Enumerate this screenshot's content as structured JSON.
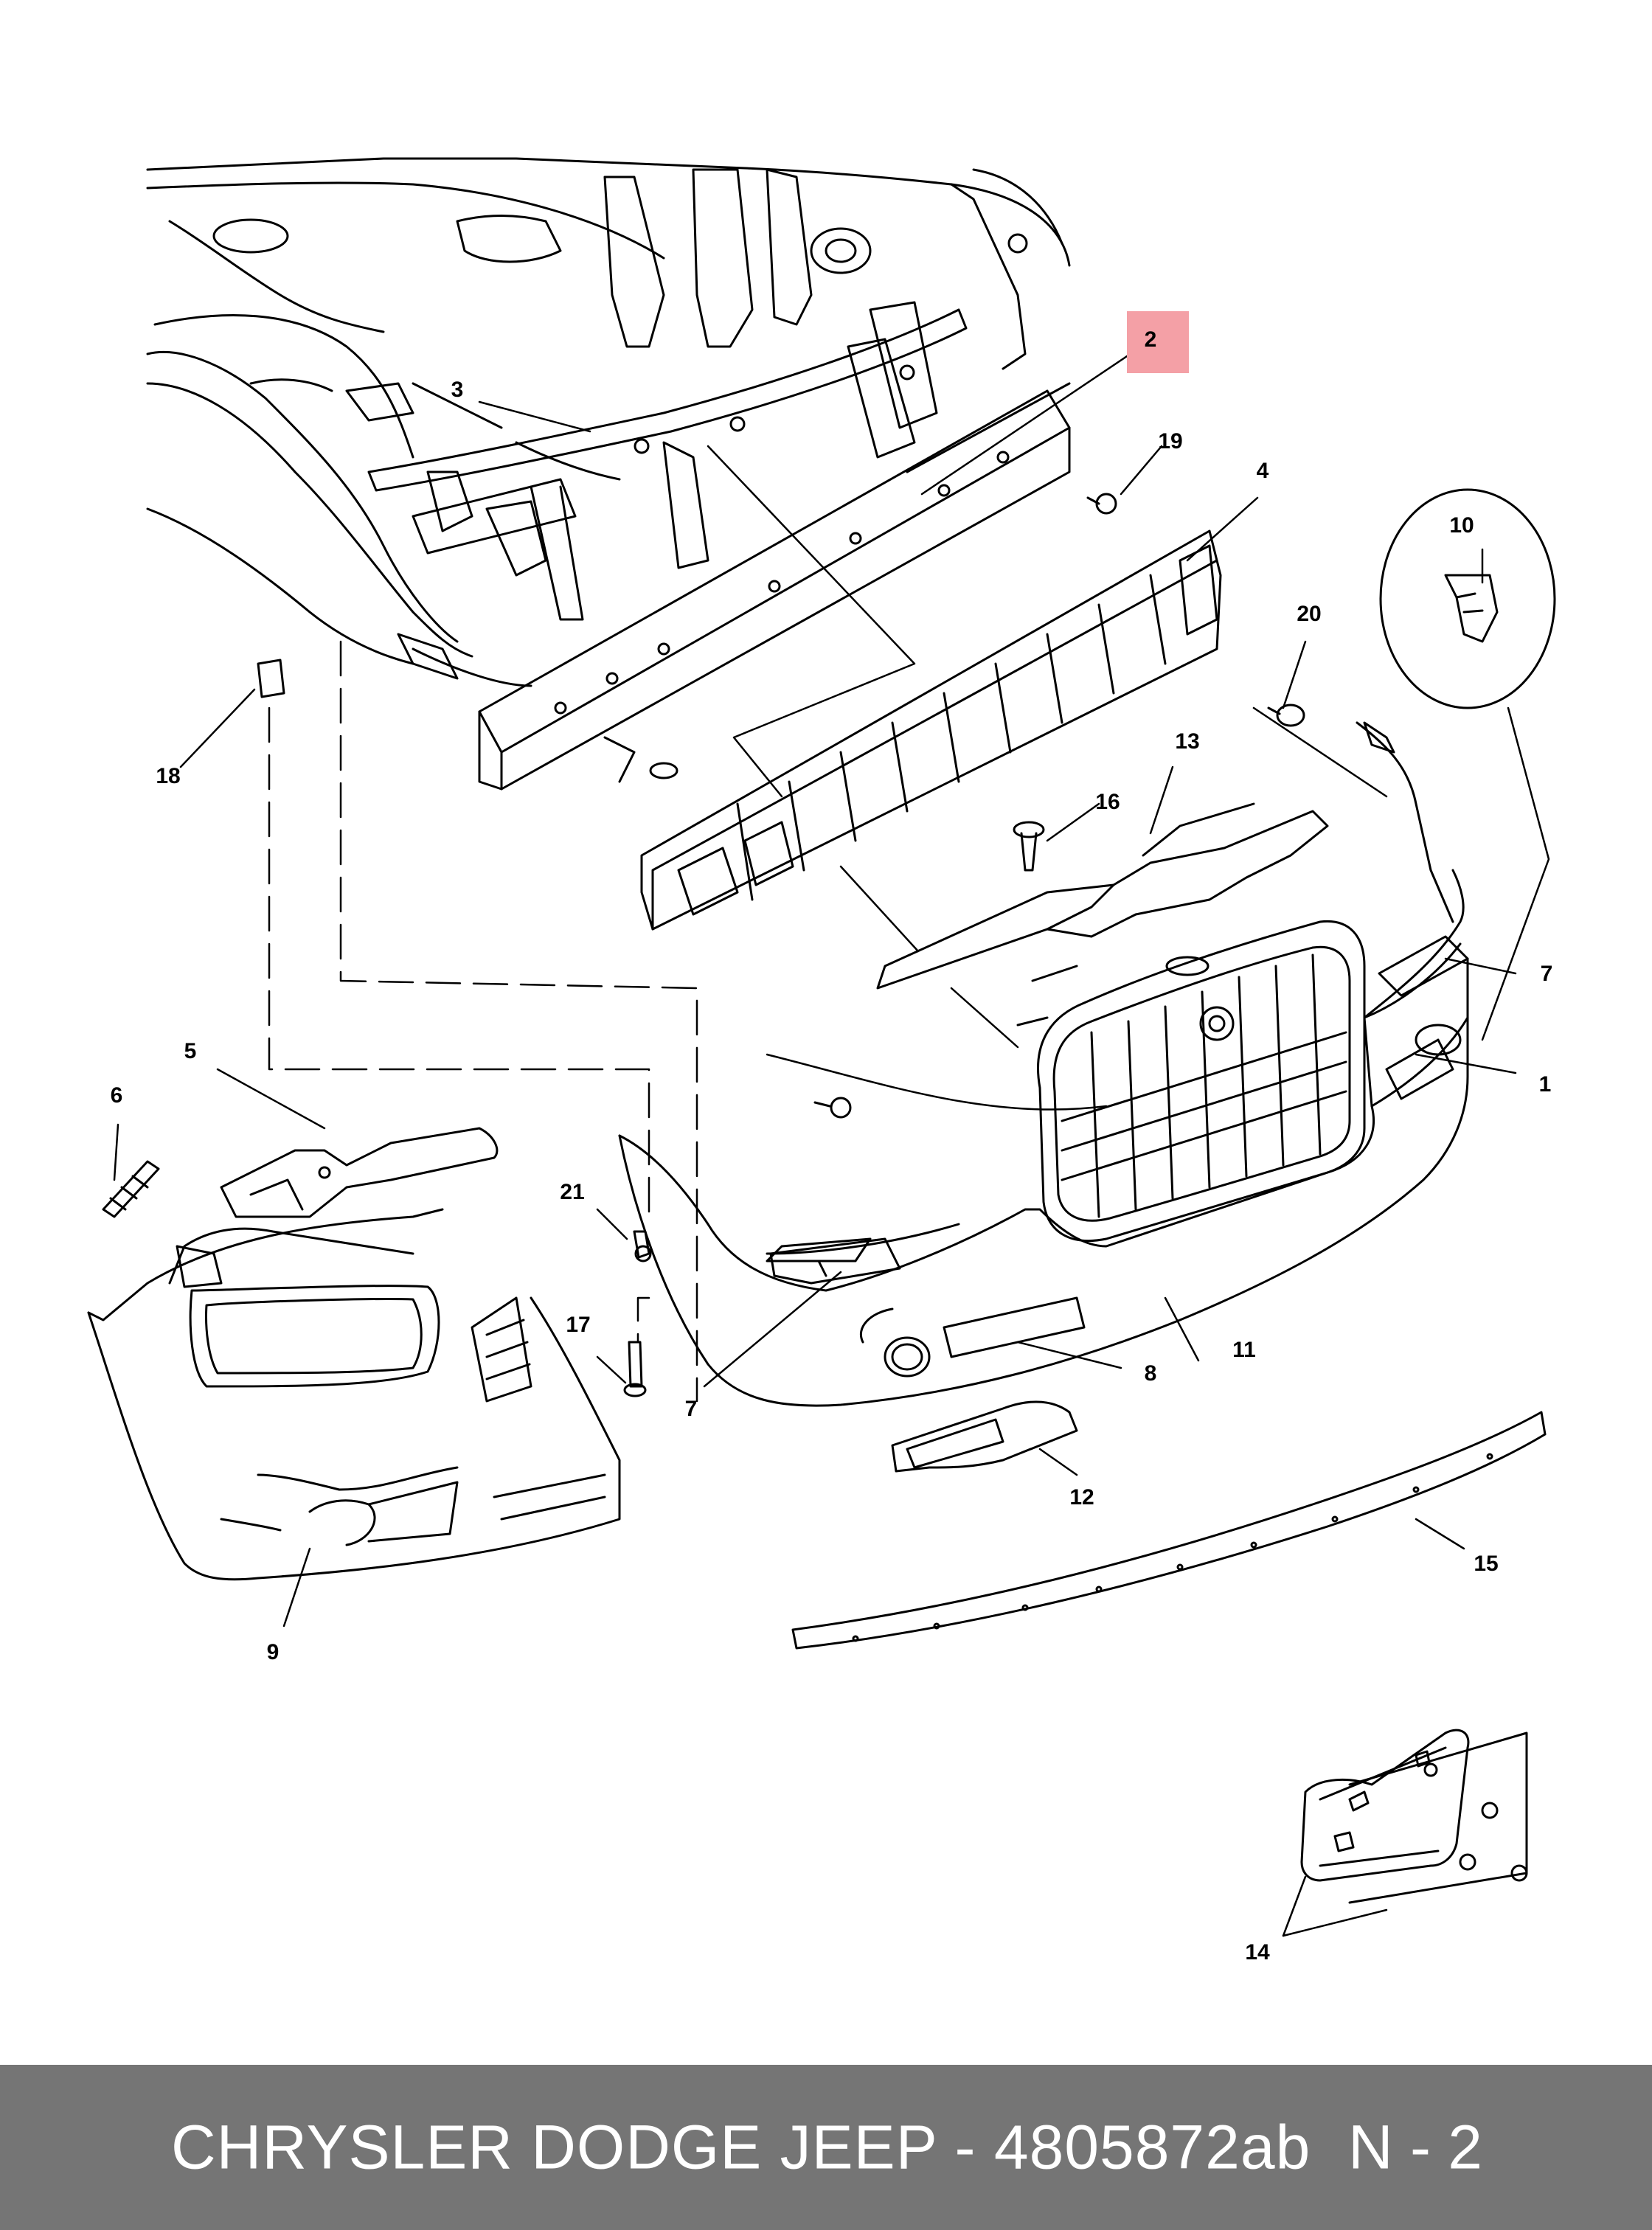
{
  "colors": {
    "background": "#ffffff",
    "line": "#000000",
    "highlight": "#f4a0a6",
    "footer_background": "#757575",
    "footer_text": "#ffffff"
  },
  "highlighted_callout": "2",
  "callouts": {
    "c1": "1",
    "c2": "2",
    "c3": "3",
    "c4": "4",
    "c5": "5",
    "c6": "6",
    "c7a": "7",
    "c7b": "7",
    "c8": "8",
    "c9": "9",
    "c10": "10",
    "c11": "11",
    "c12": "12",
    "c13": "13",
    "c14": "14",
    "c15": "15",
    "c16": "16",
    "c17": "17",
    "c18": "18",
    "c19": "19",
    "c20": "20",
    "c21": "21"
  },
  "footer": {
    "title": "CHRYSLER DODGE JEEP - 4805872ab",
    "page": "N - 2"
  }
}
